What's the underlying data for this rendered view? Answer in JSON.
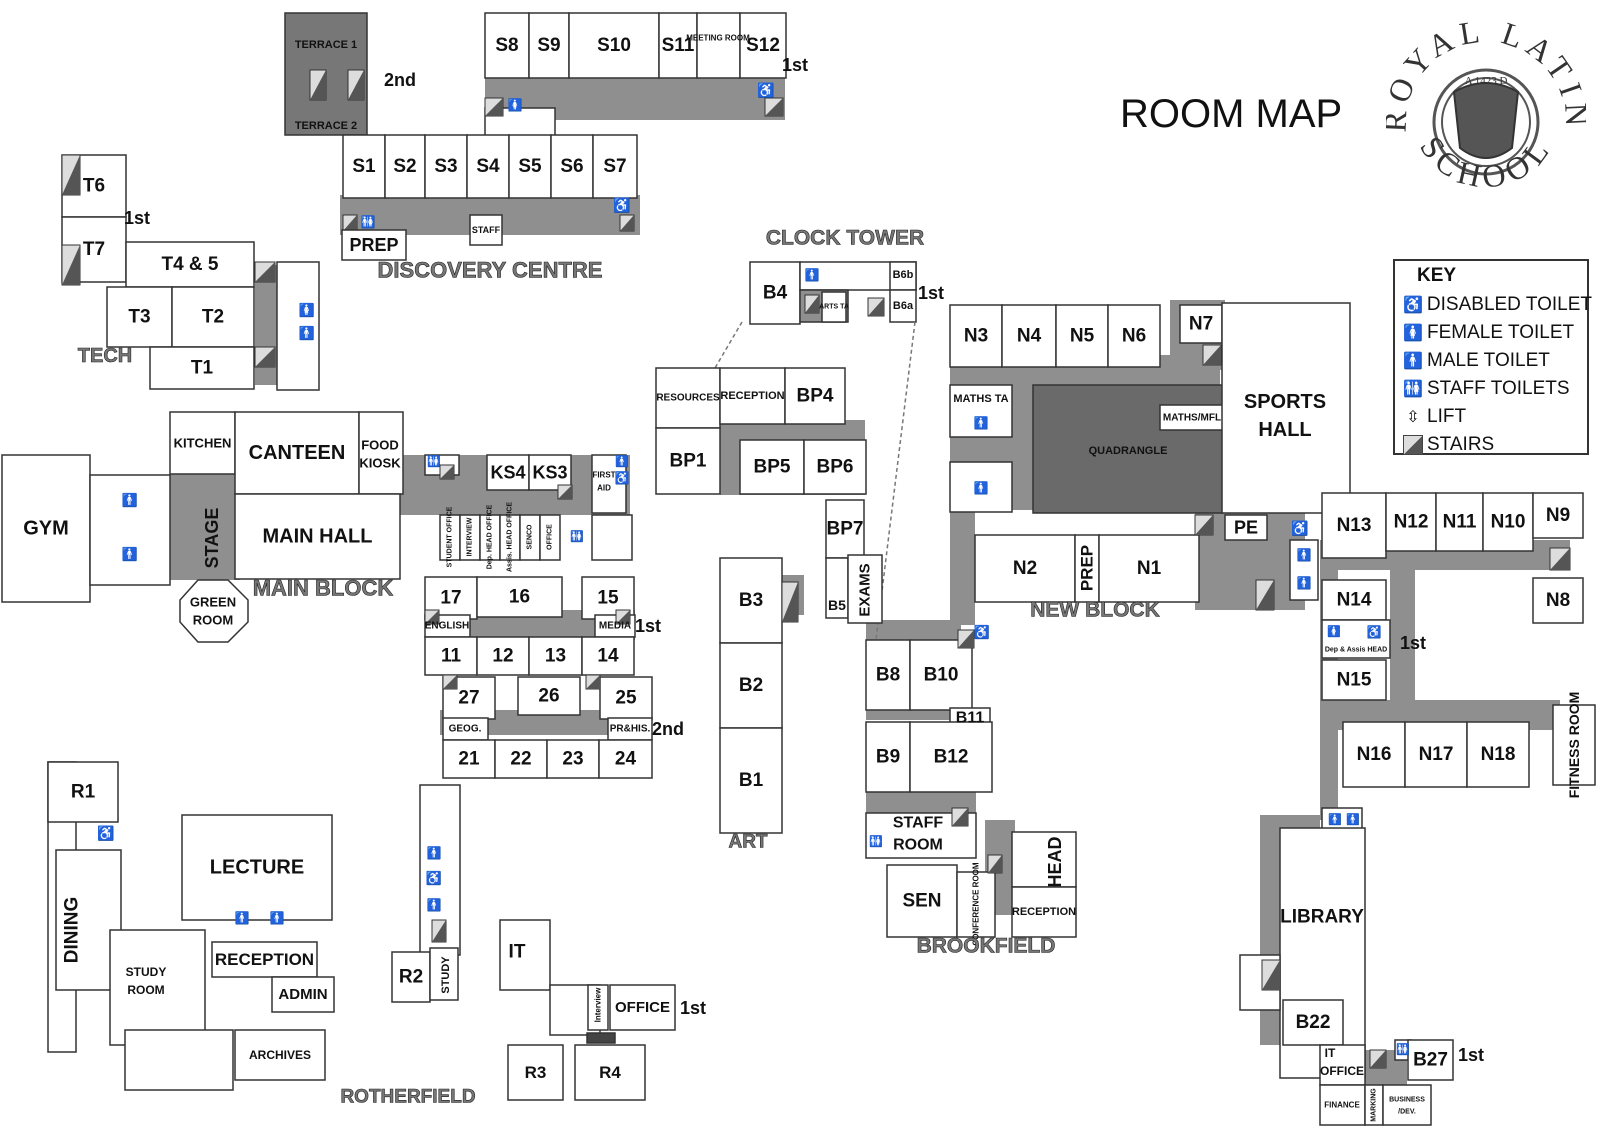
{
  "title": "ROOM MAP",
  "key": {
    "heading": "KEY",
    "items": [
      {
        "icon": "disabled-toilet-icon",
        "glyph": "♿",
        "label": "DISABLED TOILET"
      },
      {
        "icon": "female-toilet-icon",
        "glyph": "🚺",
        "label": "FEMALE TOILET"
      },
      {
        "icon": "male-toilet-icon",
        "glyph": "🚹",
        "label": "MALE TOILET"
      },
      {
        "icon": "staff-toilet-icon",
        "glyph": "🚻",
        "label": "STAFF TOILETS"
      },
      {
        "icon": "lift-icon",
        "glyph": "⇳",
        "label": "LIFT"
      },
      {
        "icon": "stairs-icon",
        "glyph": "",
        "label": "STAIRS"
      }
    ]
  },
  "logo": {
    "ring_text": "ROYAL LATIN SCHOOL",
    "top": "ROYAL LATIN",
    "bottom": "SCHOOL",
    "crest_year": "A 1423 D"
  },
  "blocks": [
    "DISCOVERY CENTRE",
    "TECH",
    "MAIN BLOCK",
    "CLOCK TOWER",
    "NEW BLOCK",
    "ART",
    "BROOKFIELD",
    "ROTHERFIELD"
  ],
  "floors": [
    "2nd",
    "1st"
  ],
  "rooms": {
    "terrace1": "TERRACE 1",
    "terrace2": "TERRACE 2",
    "s8": "S8",
    "s9": "S9",
    "s10": "S10",
    "s11": "S11",
    "meeting": "MEETING ROOM",
    "s12": "S12",
    "s1": "S1",
    "s2": "S2",
    "s3": "S3",
    "s4": "S4",
    "s5": "S5",
    "s6": "S6",
    "s7": "S7",
    "prep_dc": "PREP",
    "staff_dc": "STAFF",
    "t6": "T6",
    "t7": "T7",
    "t45": "T4 & 5",
    "t3": "T3",
    "t2": "T2",
    "t1": "T1",
    "kitchen": "KITCHEN",
    "canteen": "CANTEEN",
    "food": "FOOD",
    "kiosk": "KIOSK",
    "gym": "GYM",
    "stage": "STAGE",
    "main_hall": "MAIN HALL",
    "green": "GREEN",
    "room": "ROOM",
    "ks4": "KS4",
    "ks3": "KS3",
    "first": "FIRST",
    "aid": "AID",
    "student_office": "STUDENT OFFICE",
    "interview": "INTERVIEW",
    "dep_head": "Dep. HEAD OFFICE",
    "assis_head": "Assis. HEAD OFFICE",
    "senco": "SENCO",
    "office": "OFFICE",
    "b4": "B4",
    "arts_ta": "ARTS TA",
    "b6b": "B6b",
    "b6a": "B6a",
    "resources": "RESOURCES",
    "reception_bp": "RECEPTION",
    "bp4": "BP4",
    "bp1": "BP1",
    "bp5": "BP5",
    "bp6": "BP6",
    "bp7": "BP7",
    "b5": "B5",
    "exams": "EXAMS",
    "b3": "B3",
    "b2": "B2",
    "b1": "B1",
    "n3": "N3",
    "n4": "N4",
    "n5": "N5",
    "n6": "N6",
    "n7": "N7",
    "maths_ta": "MATHS TA",
    "maths_mfl": "MATHS/MFL",
    "quadrangle": "QUADRANGLE",
    "sports": "SPORTS",
    "hall": "HALL",
    "pe": "PE",
    "n2": "N2",
    "prep_n": "PREP",
    "n1": "N1",
    "n13": "N13",
    "n12": "N12",
    "n11": "N11",
    "n10": "N10",
    "n9": "N9",
    "n14": "N14",
    "n8": "N8",
    "dep_assis": "Dep & Assis HEAD",
    "n15": "N15",
    "n16": "N16",
    "n17": "N17",
    "n18": "N18",
    "fitness_room": "FITNESS ROOM",
    "r17": "17",
    "r16": "16",
    "r15": "15",
    "english": "ENGLISH",
    "media": "MEDIA",
    "r11": "11",
    "r12": "12",
    "r13": "13",
    "r14": "14",
    "r27": "27",
    "r26": "26",
    "r25": "25",
    "geog": "GEOG.",
    "prhis": "PR&HIS.",
    "r21": "21",
    "r22": "22",
    "r23": "23",
    "r24": "24",
    "b8": "B8",
    "b10": "B10",
    "b11": "B11",
    "b9": "B9",
    "b12": "B12",
    "staff_room1": "STAFF",
    "staff_room2": "ROOM",
    "sen": "SEN",
    "conference": "CONFERENCE ROOM",
    "head": "HEAD",
    "reception_bf": "RECEPTION",
    "r1": "R1",
    "dining": "DINING",
    "lecture": "LECTURE",
    "study_room1": "STUDY",
    "study_room2": "ROOM",
    "reception_r": "RECEPTION",
    "admin": "ADMIN",
    "archives": "ARCHIVES",
    "r2": "R2",
    "study": "STUDY",
    "it": "IT",
    "interview_r": "Interview",
    "office_r": "OFFICE",
    "r3": "R3",
    "r4": "R4",
    "library": "LIBRARY",
    "b22": "B22",
    "it_office1": "IT",
    "it_office2": "OFFICE",
    "b27": "B27",
    "finance": "FINANCE",
    "marking": "MARKING",
    "business1": "BUSINESS",
    "business2": "/DEV."
  },
  "colors": {
    "corridor": "#8f8f8f",
    "quadrangle": "#6a6a6a",
    "terrace": "#777777",
    "stairs_dark": "#555555",
    "stairs_light": "#dddddd",
    "wall": "#333333",
    "block_label": "#777777"
  }
}
